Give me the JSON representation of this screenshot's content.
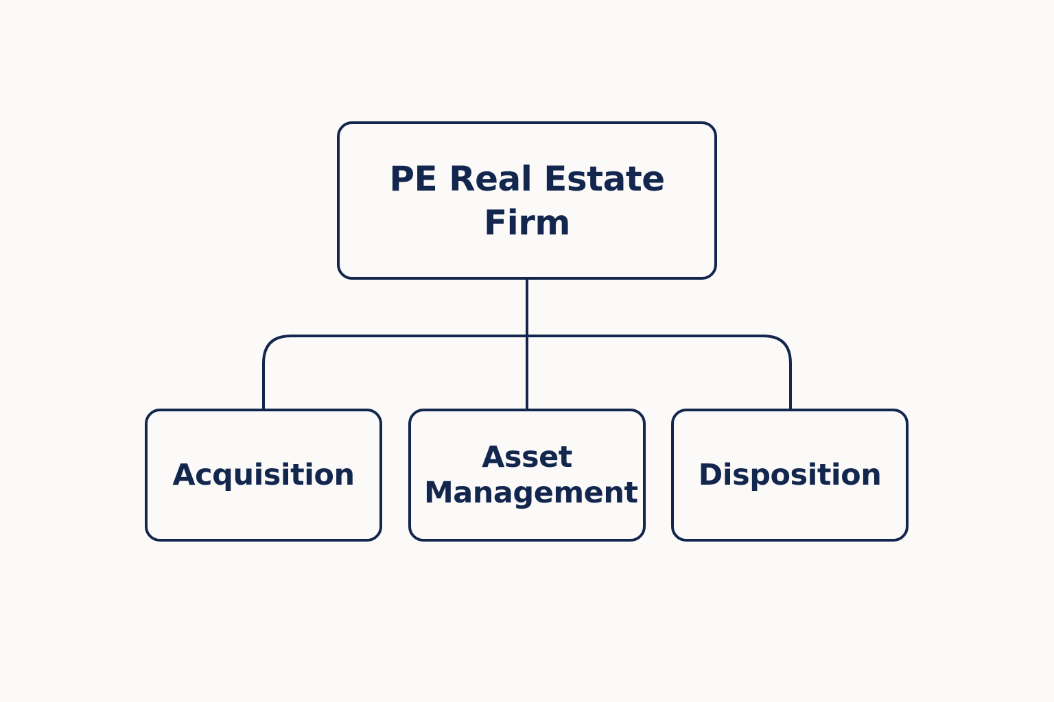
{
  "colors": {
    "background": "#fbfaf8",
    "stroke": "#13264e",
    "text": "#13264e"
  },
  "root": {
    "label": "PE Real Estate Firm"
  },
  "children": [
    {
      "label": "Acquisition"
    },
    {
      "label": "Asset Management"
    },
    {
      "label": "Disposition"
    }
  ]
}
